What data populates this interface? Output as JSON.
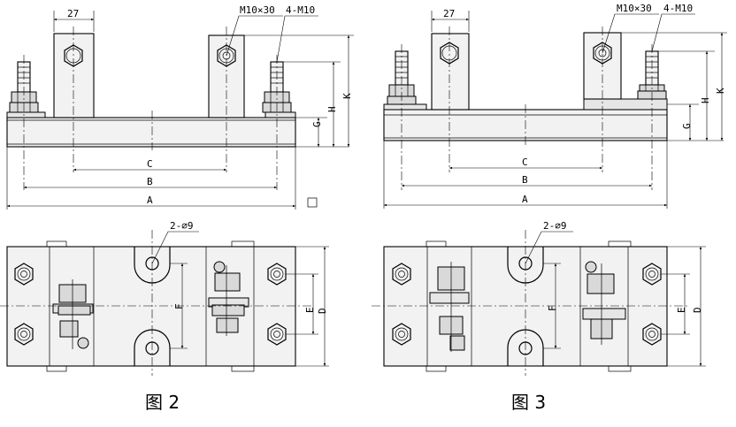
{
  "figures": [
    {
      "caption": "图 2",
      "labels": {
        "width_top": "27",
        "bolt": "M10×30",
        "stud": "4-M10",
        "dim_a": "A",
        "dim_b": "B",
        "dim_c": "C",
        "dim_g": "G",
        "dim_h": "H",
        "dim_k": "K",
        "hole": "2-∅9",
        "dim_f": "F",
        "dim_e": "E",
        "dim_d": "D"
      }
    },
    {
      "caption": "图 3",
      "labels": {
        "width_top": "27",
        "bolt": "M10×30",
        "stud": "4-M10",
        "dim_a": "A",
        "dim_b": "B",
        "dim_c": "C",
        "dim_g": "G",
        "dim_h": "H",
        "dim_k": "K",
        "hole": "2-∅9",
        "dim_f": "F",
        "dim_e": "E",
        "dim_d": "D"
      }
    }
  ]
}
